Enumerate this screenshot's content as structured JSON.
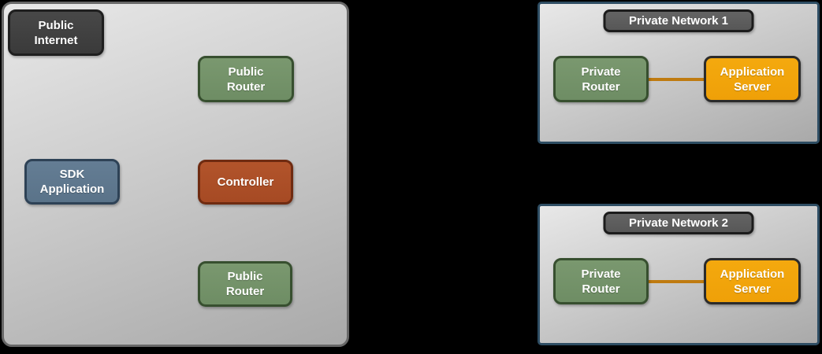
{
  "public_zone": {
    "public_internet": "Public\nInternet",
    "public_router_top": "Public\nRouter",
    "sdk_application": "SDK\nApplication",
    "controller": "Controller",
    "public_router_bottom": "Public\nRouter"
  },
  "private_network_1": {
    "title": "Private Network 1",
    "private_router": "Private\nRouter",
    "application_server": "Application\nServer"
  },
  "private_network_2": {
    "title": "Private Network 2",
    "private_router": "Private\nRouter",
    "application_server": "Application\nServer"
  },
  "colors": {
    "background": "#000000",
    "zone_fill_light": "#e8e8e8",
    "zone_fill_dark": "#a9a9a9",
    "public_zone_border": "#676767",
    "network_zone_border": "#2e4d63",
    "dark_node_fill": "#3f3f3f",
    "green_node_fill": "#74936a",
    "slate_node_fill": "#60788f",
    "rust_node_fill": "#ad4e28",
    "orange_node_fill": "#f2a40d",
    "network_title_fill": "#5e5e5e",
    "connector_line": "#bf7b10",
    "node_text": "#ffffff"
  }
}
